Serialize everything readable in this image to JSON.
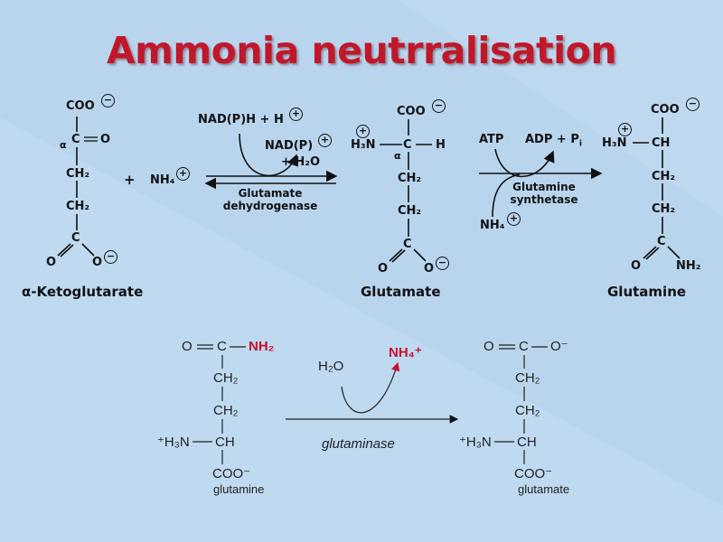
{
  "title": "Ammonia neutrralisation",
  "top": {
    "akg": {
      "coo": "COO",
      "alpha": "α",
      "c": "C",
      "o": "O",
      "ch2_1": "CH₂",
      "ch2_2": "CH₂",
      "c2": "C",
      "o2": "O",
      "o3": "O",
      "label": "α-Ketoglutarate"
    },
    "plus": "+",
    "nh4": "NH₄",
    "gdh": {
      "nadph": "NAD(P)H + H",
      "nadp": "NAD(P)",
      "h2o": "+ H₂O",
      "enzyme_line1": "Glutamate",
      "enzyme_line2": "dehydrogenase"
    },
    "glu": {
      "coo": "COO",
      "h3n": "H₃N",
      "c": "C",
      "h": "H",
      "alpha": "α",
      "ch2_1": "CH₂",
      "ch2_2": "CH₂",
      "c2": "C",
      "o1": "O",
      "o2": "O",
      "label": "Glutamate"
    },
    "gs": {
      "atp": "ATP",
      "adp": "ADP + P",
      "pi_sub": "i",
      "enzyme_line1": "Glutamine",
      "enzyme_line2": "synthetase",
      "nh4": "NH₄"
    },
    "gln": {
      "coo": "COO",
      "h3n": "H₃N",
      "ch": "CH",
      "ch2_1": "CH₂",
      "ch2_2": "CH₂",
      "c": "C",
      "o": "O",
      "nh2": "NH₂",
      "label": "Glutamine"
    }
  },
  "bottom": {
    "left": {
      "o": "O",
      "c": "C",
      "nh2": "NH₂",
      "ch2_1": "CH₂",
      "ch2_2": "CH₂",
      "h3n": "⁺H₃N",
      "ch": "CH",
      "coo": "COO⁻",
      "label": "glutamine"
    },
    "h2o": "H₂O",
    "nh4": "NH₄⁺",
    "enzyme": "glutaminase",
    "right": {
      "o": "O",
      "c": "C",
      "o2": "O⁻",
      "ch2_1": "CH₂",
      "ch2_2": "CH₂",
      "h3n": "⁺H₃N",
      "ch": "CH",
      "coo": "COO⁻",
      "label": "glutamate"
    }
  },
  "charges": {
    "minus": "−",
    "plus": "+"
  },
  "colors": {
    "background": "#b9d5ee",
    "title": "#c0182a",
    "accent_red": "#c8102e",
    "ink": "#111111"
  }
}
